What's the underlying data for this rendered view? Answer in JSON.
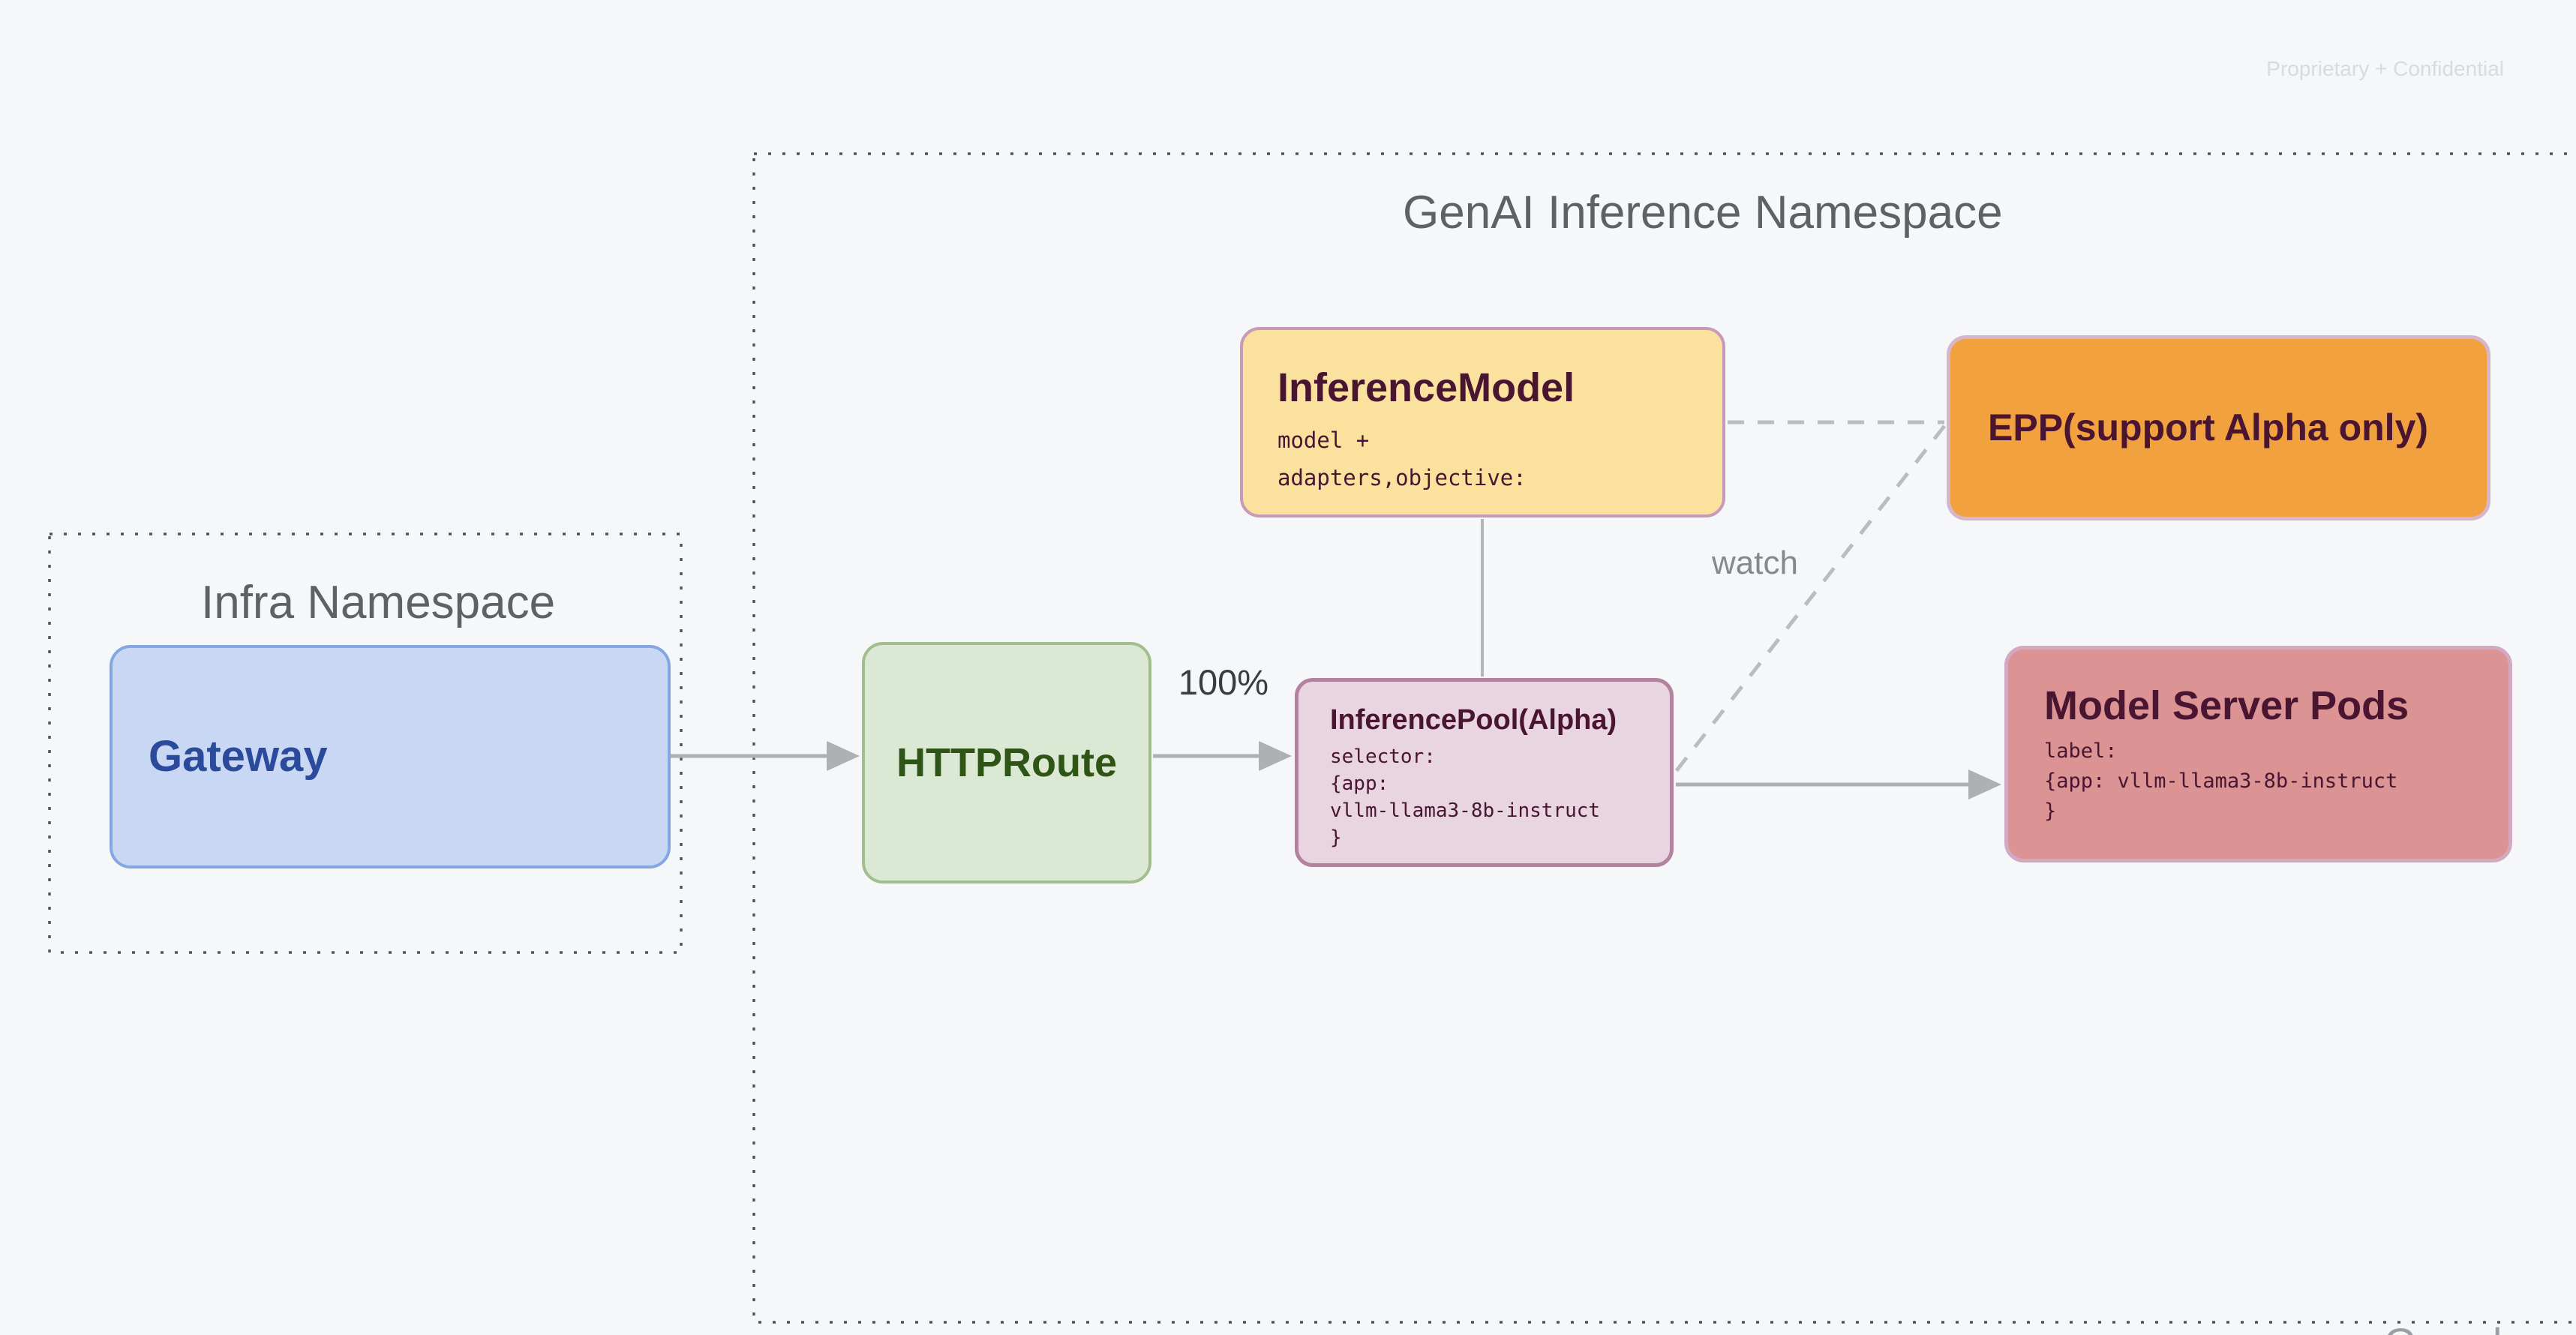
{
  "meta": {
    "confidential_notice": "Proprietary + Confidential",
    "watermark": "Google"
  },
  "namespaces": {
    "infra": {
      "title": "Infra Namespace"
    },
    "genai": {
      "title": "GenAI Inference Namespace"
    }
  },
  "nodes": {
    "gateway": {
      "title": "Gateway"
    },
    "httproute": {
      "title": "HTTPRoute"
    },
    "inference_model": {
      "title": "InferenceModel",
      "code": "model +\nadapters,objective:"
    },
    "epp": {
      "title": "EPP(support Alpha only)"
    },
    "inference_pool": {
      "title": "InferencePool(Alpha)",
      "code": "selector:\n{app:\nvllm-llama3-8b-instruct\n}"
    },
    "model_server_pods": {
      "title": "Model Server Pods",
      "code": "label:\n{app: vllm-llama3-8b-instruct\n}"
    }
  },
  "edges": {
    "httproute_to_pool_weight": "100%",
    "epp_watch_label": "watch"
  },
  "colors": {
    "background": "#f6f7f9",
    "gateway_fill": "#c8d8f4",
    "gateway_border": "#84a7e2",
    "gateway_text": "#2b4a9b",
    "httproute_fill": "#dbe8d4",
    "httproute_border": "#a0bf8d",
    "httproute_text": "#2f5516",
    "inference_model_fill": "#fae29e",
    "epp_fill": "#f1a13e",
    "inference_pool_fill": "#e8d5df",
    "model_server_pods_fill": "#db9393",
    "mauve_border": "#c79bb7",
    "dark_text": "#491531",
    "namespace_text": "#5e6266",
    "arrow_gray": "#aeb0b4",
    "dashed_gray": "#babcbf",
    "dotted_border": "#515457"
  }
}
